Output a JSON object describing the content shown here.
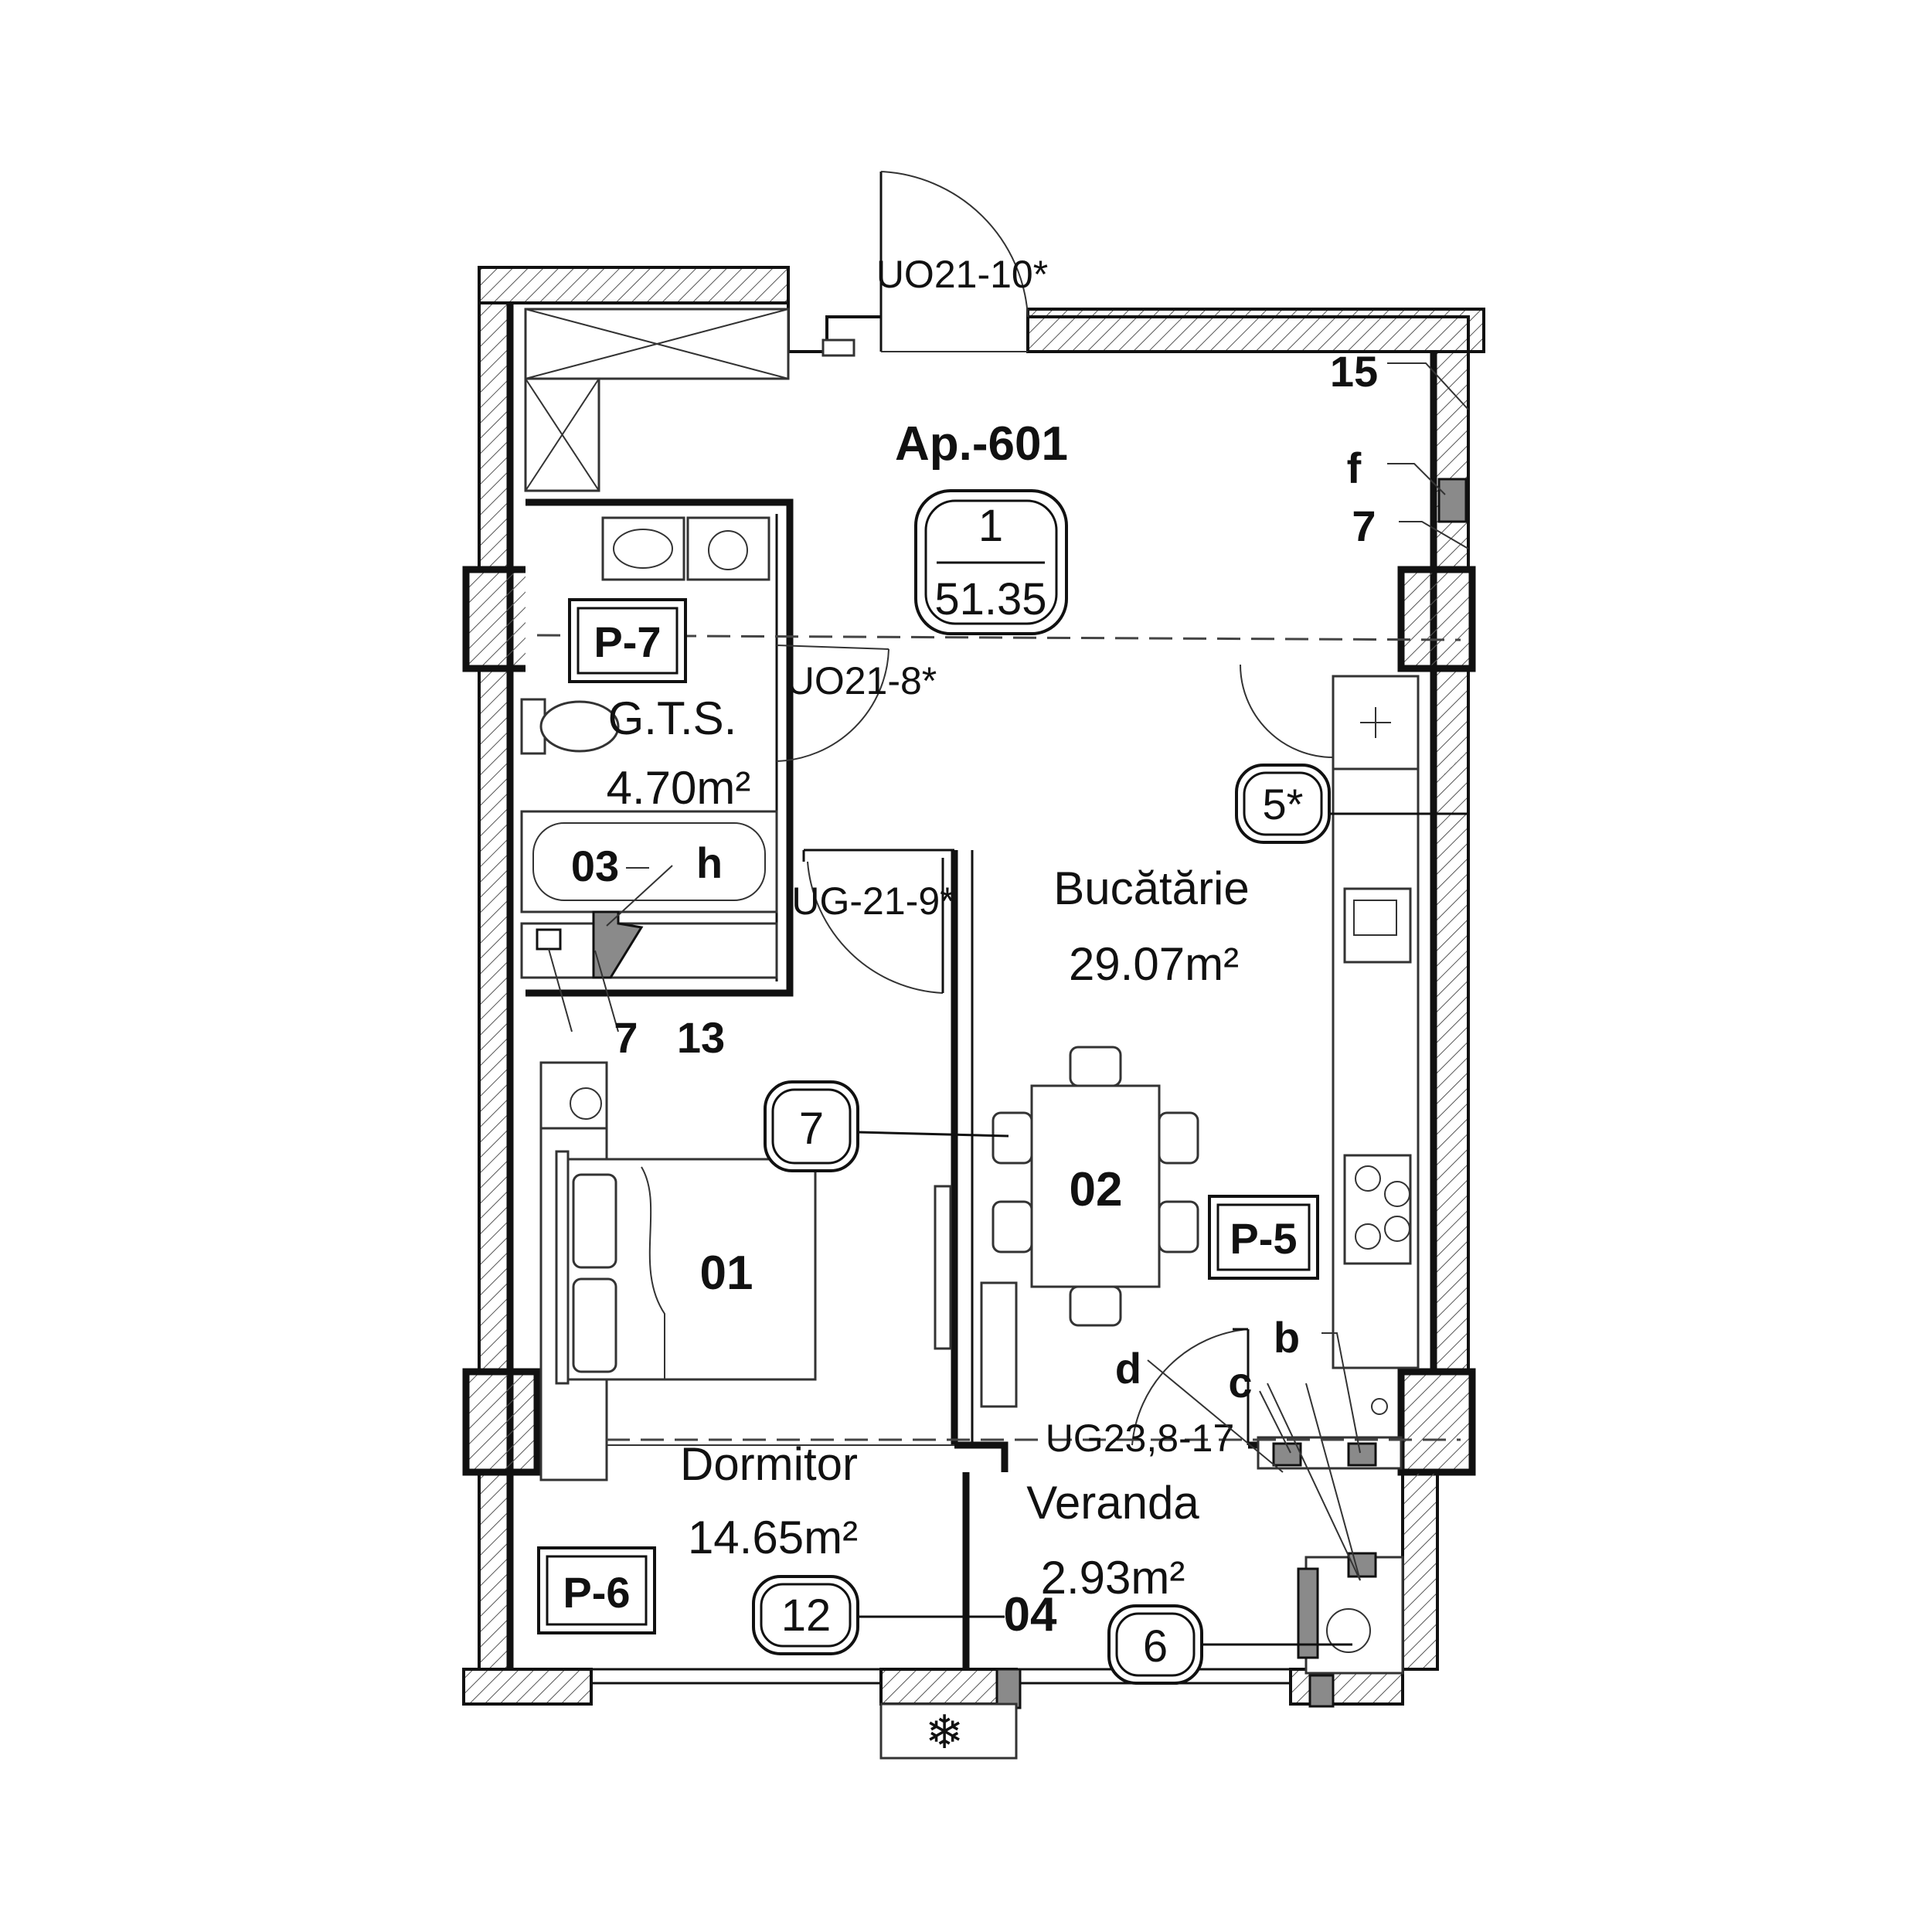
{
  "apartment": {
    "name": "Ap.-601",
    "number": "1",
    "total_area": "51.35"
  },
  "door_codes": {
    "entrance": "UO21-10*",
    "bath_door": "UO21-8*",
    "bedroom_door": "UG-21-9*",
    "balcony_door": "UG23,8-17"
  },
  "rooms": {
    "bathroom": {
      "name": "G.T.S.",
      "area": "4.70m²",
      "code": "03",
      "tag": "P-7"
    },
    "kitchen": {
      "name": "Bucătărie",
      "area": "29.07m²",
      "code": "02",
      "tag": "P-5"
    },
    "bedroom": {
      "name": "Dormitor",
      "area": "14.65m²",
      "code": "01",
      "tag": "P-6"
    },
    "veranda": {
      "name": "Veranda",
      "area": "2.93m²",
      "code": "04"
    }
  },
  "callouts": {
    "c5": "5*",
    "c7": "7",
    "c12": "12",
    "c6": "6"
  },
  "notes": {
    "n15": "15",
    "f": "f",
    "n7_top": "7",
    "h": "h",
    "n7_bath": "7",
    "n13": "13",
    "b": "b",
    "c": "c",
    "d": "d"
  }
}
